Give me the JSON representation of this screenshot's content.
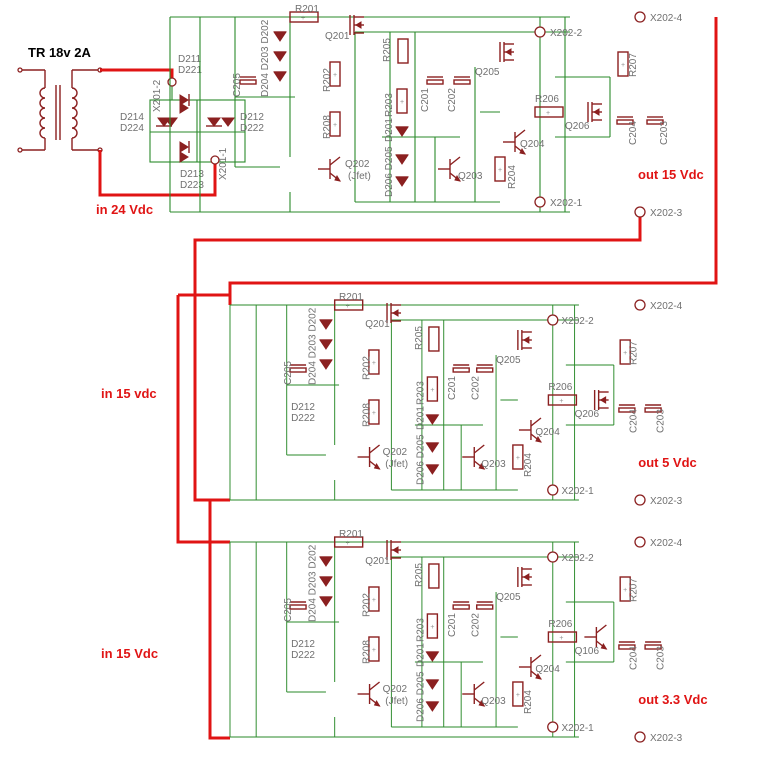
{
  "transformer": {
    "label": "TR 18v 2A"
  },
  "bridge": {
    "diodes": [
      "D211",
      "D221",
      "D214",
      "D224",
      "D212",
      "D222",
      "D213",
      "D223"
    ],
    "pins": [
      "X201-2",
      "X201-1"
    ]
  },
  "input_labels": {
    "stage1": "in 24 Vdc",
    "stage2": "in 15 vdc",
    "stage3": "in 15 Vdc"
  },
  "stages": [
    {
      "output_label": "out 15 Vdc",
      "parts": {
        "r201": "R201",
        "q201": "Q201",
        "c205": "C205",
        "zeners": "D204 D203 D202",
        "r202": "R202",
        "r208": "R208",
        "q202": "Q202",
        "jfet": "(Jfet)",
        "r205": "R205",
        "r203": "R203",
        "d201": "D201",
        "leds": "D206 D205",
        "c201": "C201",
        "c202": "C202",
        "q205": "Q205",
        "q203": "Q203",
        "q204": "Q204",
        "r204": "R204",
        "r206": "R206",
        "pass": "Q206",
        "r207": "R207",
        "c204": "C204",
        "c203": "C203",
        "x1": "X202-1",
        "x2": "X202-2",
        "x3": "X202-3",
        "x4": "X202-4",
        "d212": "",
        "d222": ""
      }
    },
    {
      "output_label": "out 5 Vdc",
      "parts": {
        "r201": "R201",
        "q201": "Q201",
        "c205": "C205",
        "zeners": "D204 D203 D202",
        "r202": "R202",
        "r208": "R208",
        "q202": "Q202",
        "jfet": "(Jfet)",
        "r205": "R205",
        "r203": "R203",
        "d201": "D201",
        "leds": "D206 D205",
        "c201": "C201",
        "c202": "C202",
        "q205": "Q205",
        "q203": "Q203",
        "q204": "Q204",
        "r204": "R204",
        "r206": "R206",
        "pass": "Q206",
        "r207": "R207",
        "c204": "C204",
        "c203": "C203",
        "x1": "X202-1",
        "x2": "X202-2",
        "x3": "X202-3",
        "x4": "X202-4",
        "d212": "D212",
        "d222": "D222"
      }
    },
    {
      "output_label": "out 3.3 Vdc",
      "parts": {
        "r201": "R201",
        "q201": "Q201",
        "c205": "C205",
        "zeners": "D204 D203 D202",
        "r202": "R202",
        "r208": "R208",
        "q202": "Q202",
        "jfet": "(Jfet)",
        "r205": "R205",
        "r203": "R203",
        "d201": "D201",
        "leds": "D206 D205",
        "c201": "C201",
        "c202": "C202",
        "q205": "Q205",
        "q203": "Q203",
        "q204": "Q204",
        "r204": "R204",
        "r206": "R206",
        "pass": "Q106",
        "r207": "R207",
        "c204": "C204",
        "c203": "C203",
        "x1": "X202-1",
        "x2": "X202-2",
        "x3": "X202-3",
        "x4": "X202-4",
        "d212": "D212",
        "d222": "D222"
      }
    }
  ]
}
